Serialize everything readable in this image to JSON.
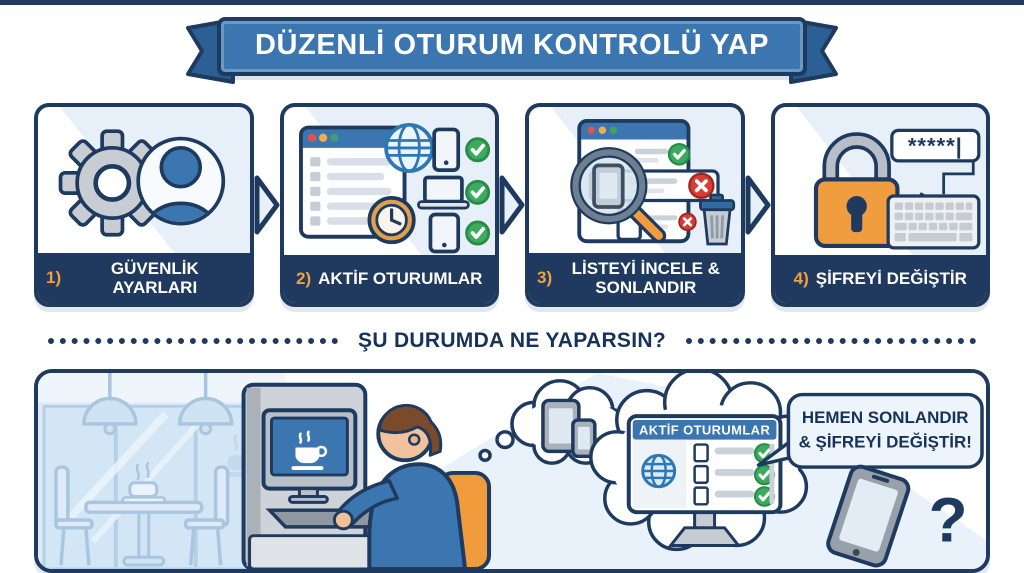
{
  "banner": {
    "title": "DÜZENLİ OTURUM KONTROLÜ YAP"
  },
  "steps": [
    {
      "number": "1)",
      "label": "GÜVENLİK AYARLARI",
      "icons": [
        "gear-icon",
        "user-avatar-icon"
      ]
    },
    {
      "number": "2)",
      "label": "AKTİF OTURUMLAR",
      "icons": [
        "browser-window-icon",
        "globe-icon",
        "clock-icon",
        "smartphone-icon",
        "laptop-icon",
        "tablet-icon",
        "check-icon"
      ]
    },
    {
      "number": "3)",
      "label": "LİSTEYİ İNCELE & SONLANDIR",
      "icons": [
        "browser-window-icon",
        "magnifier-icon",
        "check-icon",
        "x-icon",
        "trash-icon"
      ]
    },
    {
      "number": "4)",
      "label": "ŞİFREYİ DEĞİŞTİR",
      "icons": [
        "lock-icon",
        "arrow-right-icon",
        "password-field",
        "keyboard-icon"
      ],
      "password_text": "*****|"
    }
  ],
  "divider": {
    "question": "ŞU DURUMDA NE YAPARSIN?"
  },
  "scene": {
    "monitor_title": "AKTİF OTURUMLAR",
    "speech": {
      "line1": "HEMEN SONLANDIR",
      "line2": "& ŞİFREYİ DEĞİŞTİR!"
    },
    "question_mark": "?",
    "icons": [
      "cafe-window",
      "pendant-lamp-icon",
      "coffee-cup-icon",
      "kiosk-computer",
      "person-at-computer",
      "thought-bubble",
      "devices-cloud",
      "sessions-monitor",
      "speech-bubble",
      "phone-icon",
      "question-mark"
    ]
  },
  "colors": {
    "navy": "#1e3a5f",
    "banner_blue": "#3b76b1",
    "banner_tail": "#2c5f94",
    "footer_navy": "#1f3a5e",
    "orange": "#f09d3f",
    "orange_number": "#f0a143",
    "green": "#3bab5e",
    "red": "#d93b35",
    "light_blue": "#dcebf7",
    "pale_blue": "#e9f2fb",
    "gray": "#9aa5b0"
  }
}
